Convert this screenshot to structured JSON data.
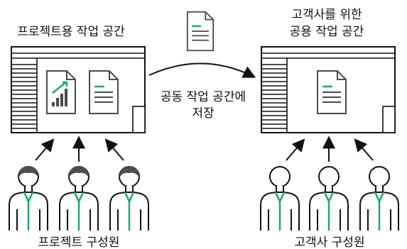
{
  "left_workspace": {
    "title": "프로젝트용 작업 공간"
  },
  "right_workspace": {
    "title_line1": "고객사를 위한",
    "title_line2": "공용 작업 공간"
  },
  "transfer": {
    "label_line1": "공동 작업 공간에",
    "label_line2": "저장"
  },
  "left_group": {
    "label": "프로젝트 구성원"
  },
  "right_group": {
    "label": "고객사 구성원"
  },
  "colors": {
    "line": "#111111",
    "doc_stroke": "#4a4a4a",
    "accent": "#1aa67a",
    "hair": "#4d4d4d"
  },
  "icons": [
    "document-icon",
    "chart-document-icon",
    "window-icon",
    "person-icon",
    "arrow-icon"
  ]
}
